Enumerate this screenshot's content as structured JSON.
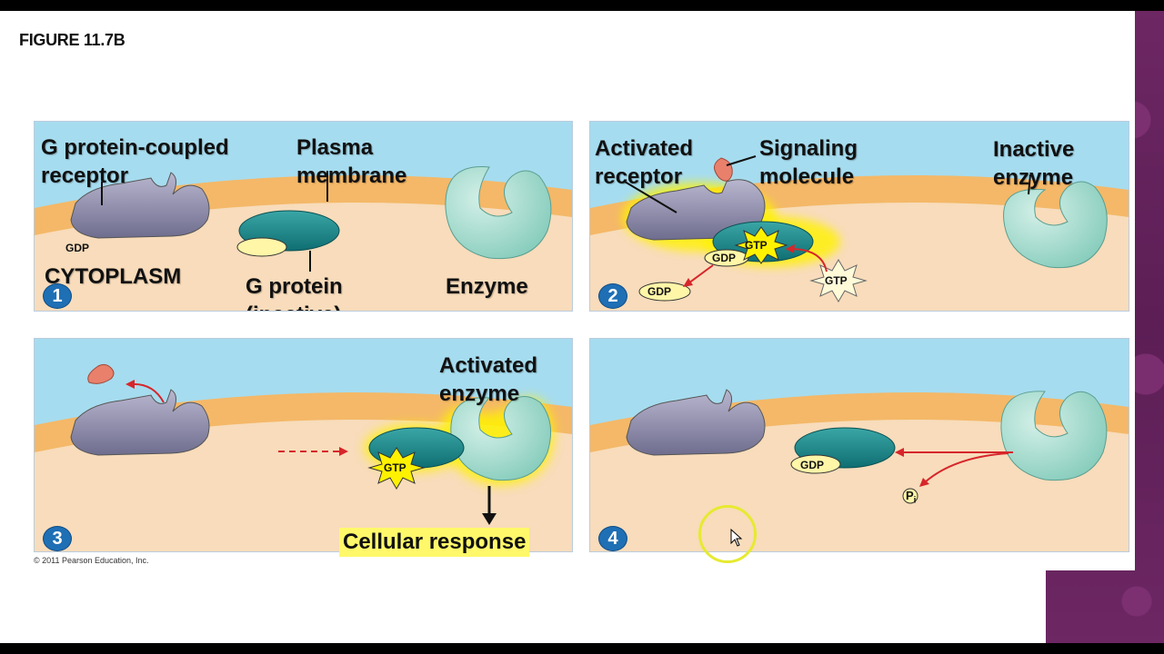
{
  "figure_title": "FIGURE 11.7B",
  "copyright": "© 2011 Pearson Education, Inc.",
  "panel1": {
    "number": "1",
    "gpcr_label": "G protein-coupled\nreceptor",
    "membrane_label": "Plasma\nmembrane",
    "cytoplasm_label": "CYTOPLASM",
    "gprotein_label": "G protein\n(inactive)",
    "enzyme_label": "Enzyme",
    "gdp_tag": "GDP"
  },
  "panel2": {
    "number": "2",
    "activated_receptor_label": "Activated\nreceptor",
    "signaling_label": "Signaling\nmolecule",
    "inactive_enzyme_label": "Inactive\nenzyme",
    "gtp_tag": "GTP",
    "gdp_tag": "GDP",
    "gdp_free_tag": "GDP",
    "gtp_free_tag": "GTP"
  },
  "panel3": {
    "number": "3",
    "activated_enzyme_label": "Activated\nenzyme",
    "gtp_tag": "GTP",
    "cellular_response_label": "Cellular response"
  },
  "panel4": {
    "number": "4",
    "gdp_tag": "GDP",
    "pi_label": "P",
    "pi_sub": "i"
  },
  "colors": {
    "extracellular": "#a6dcef",
    "membrane": "#f4b868",
    "cytoplasm": "#f8dcbb",
    "receptor": "#8c8aa8",
    "gprotein": "#1e8b8b",
    "enzyme": "#a9ddd0",
    "glow": "#ffe900",
    "arrow_red": "#d6262b",
    "number_badge": "#1f6fb5"
  }
}
